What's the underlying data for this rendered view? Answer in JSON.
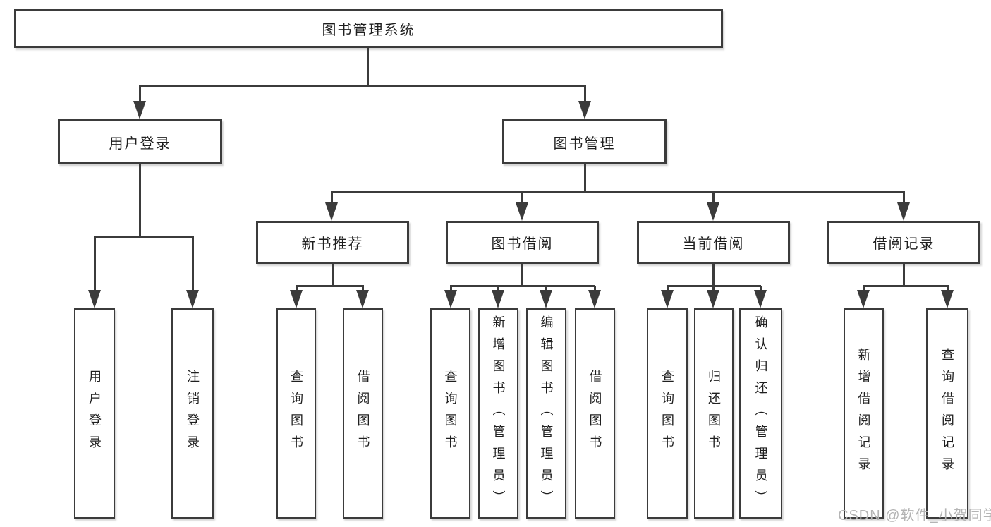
{
  "diagram": {
    "root": {
      "label": "图书管理系统"
    },
    "branches": [
      {
        "label": "用户登录",
        "children": [
          {
            "label": "用户登录"
          },
          {
            "label": "注销登录"
          }
        ]
      },
      {
        "label": "图书管理",
        "children": [
          {
            "label": "新书推荐",
            "children": [
              {
                "label": "查询图书"
              },
              {
                "label": "借阅图书"
              }
            ]
          },
          {
            "label": "图书借阅",
            "children": [
              {
                "label": "查询图书"
              },
              {
                "label": "新增图书（管理员）"
              },
              {
                "label": "编辑图书（管理员）"
              },
              {
                "label": "借阅图书"
              }
            ]
          },
          {
            "label": "当前借阅",
            "children": [
              {
                "label": "查询图书"
              },
              {
                "label": "归还图书"
              },
              {
                "label": "确认归还（管理员）"
              }
            ]
          },
          {
            "label": "借阅记录",
            "children": [
              {
                "label": "新增借阅记录"
              },
              {
                "label": "查询借阅记录"
              }
            ]
          }
        ]
      }
    ]
  },
  "watermark": {
    "text": "CSDN @软件_小贺同学"
  },
  "colors": {
    "line": "#3b3b3b",
    "text": "#1f1f1f",
    "watermark": "#b4b4b4",
    "background": "#ffffff"
  }
}
